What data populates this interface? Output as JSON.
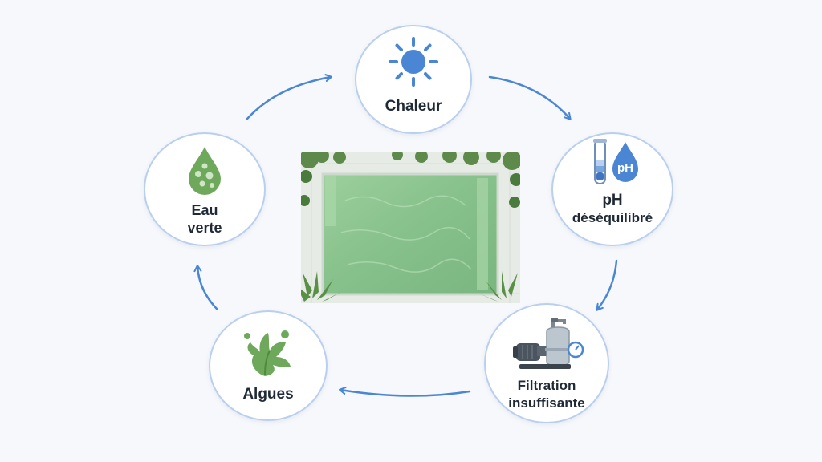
{
  "cycle": {
    "nodes": {
      "chaleur": {
        "label": "Chaleur",
        "icon": "sun-icon"
      },
      "ph": {
        "label_line1": "pH",
        "label_line2": "déséquilibré",
        "icon": "ph-test-tube-icon",
        "badge": "pH"
      },
      "filtration": {
        "label_line1": "Filtration",
        "label_line2": "insuffisante",
        "icon": "pool-filter-pump-icon"
      },
      "algues": {
        "label": "Algues",
        "icon": "algae-icon"
      },
      "eau": {
        "label_line1": "Eau",
        "label_line2": "verte",
        "icon": "green-water-drop-icon"
      }
    },
    "center_image": "green-pool-aerial",
    "colors": {
      "node_border": "#b9cff0",
      "arrow": "#4a86d4",
      "sun": "#4a86d4",
      "green": "#6ea95b",
      "pool_water": "#8cc592",
      "text": "#1f2a36"
    }
  }
}
